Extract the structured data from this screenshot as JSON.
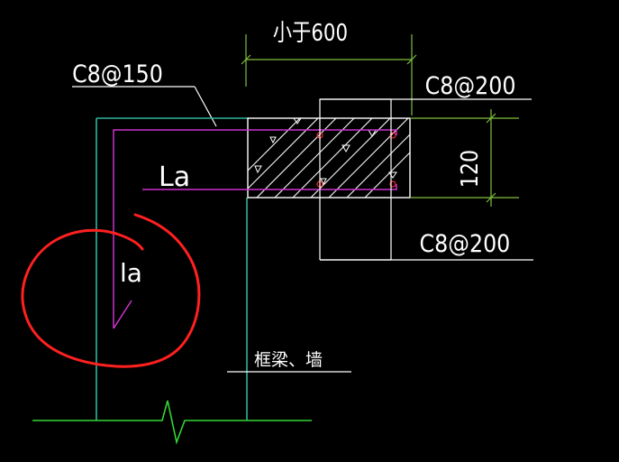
{
  "colors": {
    "background": "#000000",
    "text": "#ffffff",
    "dimension_line": "#7fbf3f",
    "wall_outline": "#2fb59f",
    "rebar": "#cc33cc",
    "section_outline": "#ffffff",
    "rebar_dot": "#ff2a2a",
    "annotation_circle": "#ff2020",
    "ground_line": "#33d633"
  },
  "labels": {
    "dim_width": "小于600",
    "rebar_main": "C8@150",
    "rebar_top": "C8@200",
    "rebar_bottom": "C8@200",
    "dim_height": "120",
    "anchor_upper": "La",
    "anchor_lower": "la",
    "beam_wall": "框梁、墙"
  },
  "icons": {
    "break_symbol": "break-line-icon",
    "hatch": "concrete-hatch-pattern",
    "aggregate": "triangle-aggregate-icon"
  }
}
